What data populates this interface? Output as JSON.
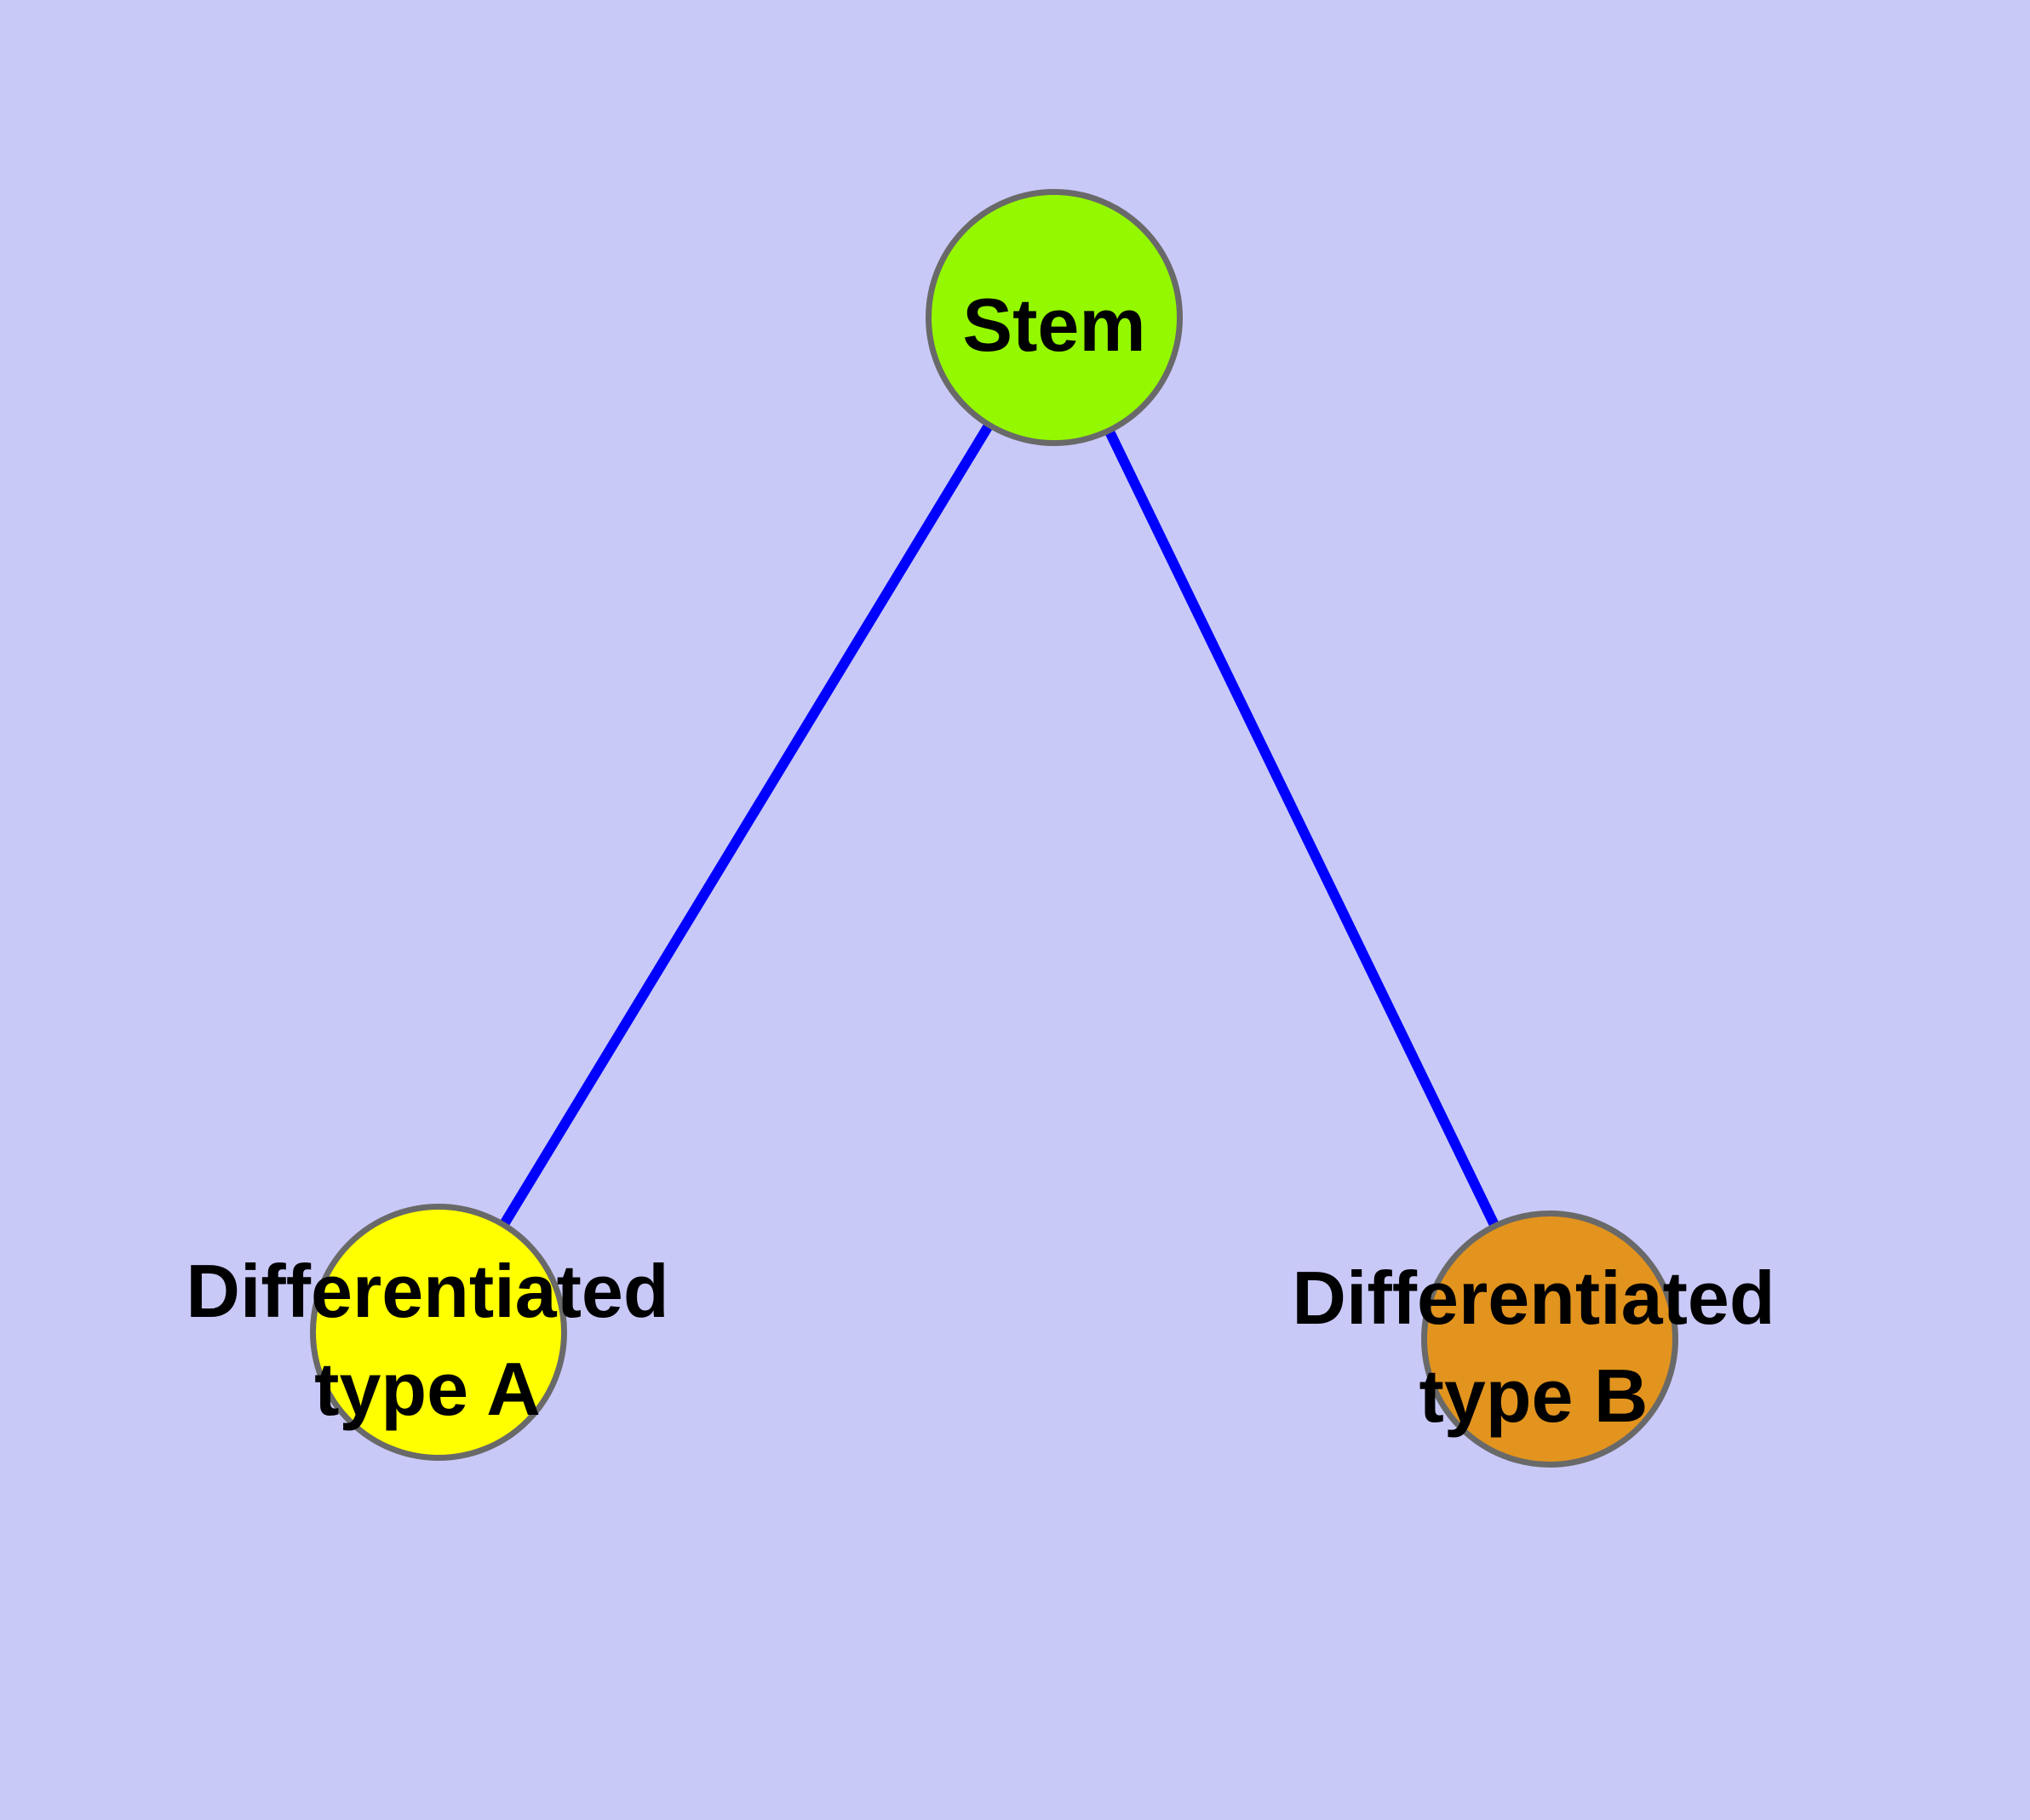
{
  "diagram": {
    "background_color": "#C9C9F8",
    "edge_color": "#0000FF",
    "node_border_color": "#696969",
    "nodes": [
      {
        "id": "stem",
        "label": "Stem",
        "fill_color": "#94F800"
      },
      {
        "id": "differentiated-type-a",
        "label_line1": "Differentiated",
        "label_line2": "type A",
        "fill_color": "#FFFF00"
      },
      {
        "id": "differentiated-type-b",
        "label_line1": "Differentiated",
        "label_line2": "type B",
        "fill_color": "#E2941E"
      }
    ],
    "edges": [
      {
        "from": "Stem",
        "to": "Differentiated type A"
      },
      {
        "from": "Stem",
        "to": "Differentiated type B"
      }
    ]
  }
}
